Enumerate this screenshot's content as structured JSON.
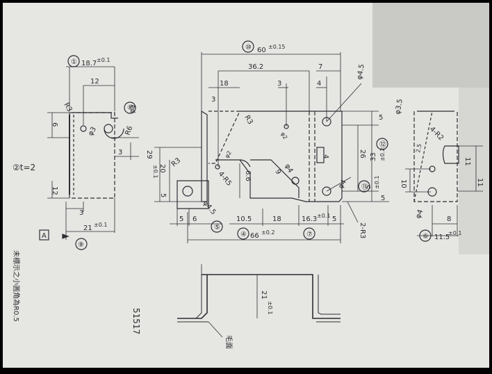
{
  "drawing": {
    "left_part": {
      "circle_1": "①",
      "top_width": "18.7",
      "top_width_tol": "±0.1",
      "inner_width": "12",
      "radius_top": "R3",
      "hole_dia": "φ4",
      "hole_circle": "⑧",
      "radius": "R6",
      "hole_small": "φ3",
      "height_left": "6",
      "height_step": "3",
      "bottom_height": "12",
      "bottom_small": "3",
      "width_bottom": "21",
      "width_bottom_tol": "±0.1",
      "circle_bottom": "⑨",
      "datum": "A"
    },
    "thickness": "②t=2",
    "center_part": {
      "circle_top": "⑩",
      "total_width": "60",
      "total_width_tol": "±0.15",
      "d_36_2": "36.2",
      "d_7": "7",
      "d_18": "18",
      "d_3": "3",
      "d_4": "4",
      "d_3_left": "3",
      "phi_4_5": "φ4.5",
      "r3": "R3",
      "phi_2_top": "φ2",
      "d_5_right": "5",
      "d_29": "29",
      "d_29_tol": "±0.1",
      "d_20": "20",
      "d_5_left": "5",
      "r3_left": "R3",
      "phi_2_mid": "φ2",
      "r5": "4-R5",
      "d_6_6": "6.6",
      "d_9": "9",
      "phi_4": "φ4",
      "d_4_mid": "4",
      "d_26": "26",
      "circle_2": "⑫",
      "d_33": "33",
      "d_33_tol": "±0.2",
      "circle_3": "⑪",
      "d_5_tol_val": "5",
      "d_5_tol": "±0.1",
      "phi_4_right": "φ4",
      "d_5_edge": "5",
      "d_5_bl": "5",
      "d_6_bl": "6",
      "phi_4_5_bl": "φ4.5",
      "circle_5": "⑤",
      "d_10_5": "10.5",
      "d_18_b": "18",
      "d_16_3": "16.3",
      "d_16_3_tol": "±0.1",
      "d_5_b": "5",
      "r3_2": "2-R3",
      "d_66": "66",
      "d_66_tol": "±0.2",
      "circle_4": "④",
      "circle_7": "⑦"
    },
    "right_part": {
      "phi_3_5": "φ3.5",
      "r2": "4-R2",
      "d_2_5": "2.5",
      "d_11_a": "11",
      "d_11_b": "11",
      "d_10": "10",
      "phi_4": "φ4",
      "d_8": "8",
      "d_11_5": "11.5",
      "d_11_5_tol": "±0.1",
      "circle_6": "⑥"
    },
    "bottom_part": {
      "d_21": "21",
      "d_21_tol": "±0.1",
      "code": "51517",
      "label": "毛面"
    },
    "note_vertical": "未標示之小圓角為R0.5"
  }
}
